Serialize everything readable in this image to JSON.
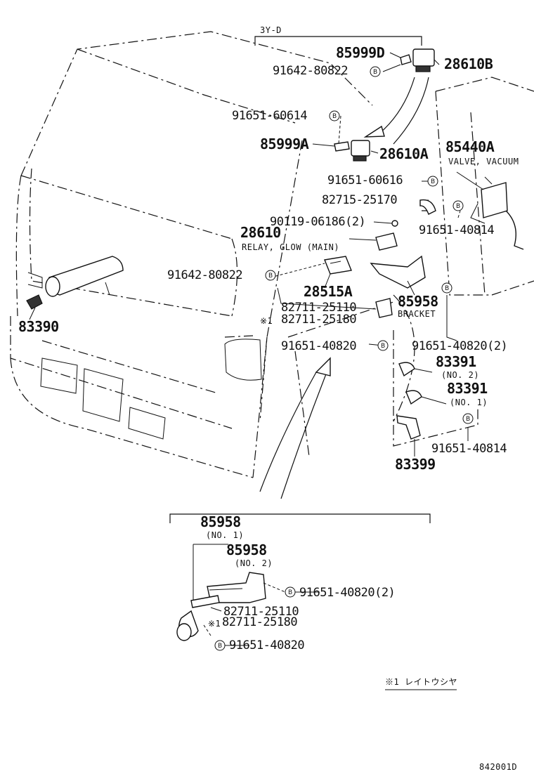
{
  "header": {
    "engine_label": "3Y-D"
  },
  "labels": {
    "p85999D": "85999D",
    "p91642_80822_top": "91642-80822",
    "p28610B": "28610B",
    "p91651_60614": "91651-60614",
    "p85999A": "85999A",
    "p28610A": "28610A",
    "p85440A": "85440A",
    "valve_vacuum": "VALVE, VACUUM",
    "p91651_60616": "91651-60616",
    "p82715_25170": "82715-25170",
    "p90119_06186": "90119-06186(2)",
    "p91651_40814_a": "91651-40814",
    "p28610": "28610",
    "relay_glow": "RELAY, GLOW (MAIN)",
    "p91642_80822_mid": "91642-80822",
    "p28515A": "28515A",
    "p85958": "85958",
    "bracket": "BRACKET",
    "p82711_25110": "82711-25110",
    "p82711_25180": "82711-25180",
    "note_mark": "※1",
    "p83390": "83390",
    "p91651_40820": "91651-40820",
    "p91651_40820_2": "91651-40820(2)",
    "p83391_no2": "83391",
    "no2": "(NO. 2)",
    "p83391_no1": "83391",
    "no1": "(NO. 1)",
    "p91651_40814_b": "91651-40814",
    "p83399": "83399"
  },
  "detail": {
    "p85958_no1": "85958",
    "no1": "(NO. 1)",
    "p85958_no2": "85958",
    "no2": "(NO. 2)",
    "p91651_40820_2": "91651-40820(2)",
    "p82711_25110": "82711-25110",
    "note_mark": "※1",
    "p82711_25180": "82711-25180",
    "p91651_40820": "91651-40820"
  },
  "footnote": "※1 レイトウシヤ",
  "bolt_symbol": "B",
  "figure_id": "842001D"
}
